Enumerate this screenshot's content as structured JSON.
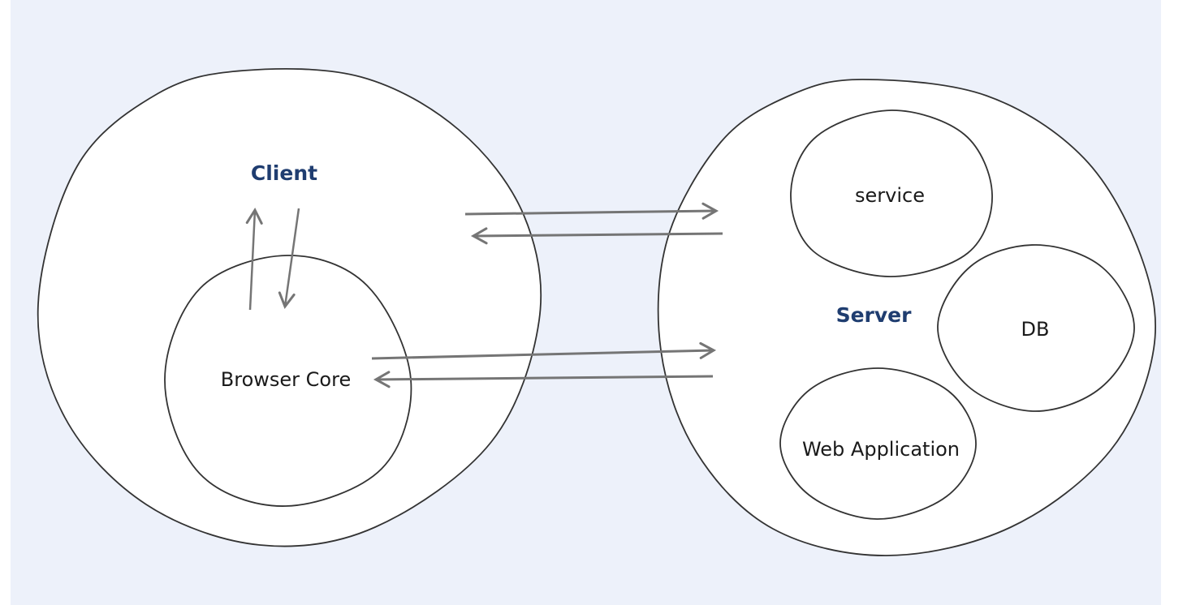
{
  "diagram": {
    "client": {
      "label": "Client",
      "browser_core_label": "Browser Core"
    },
    "server": {
      "label": "Server",
      "service_label": "service",
      "db_label": "DB",
      "web_application_label": "Web Application"
    }
  },
  "colors": {
    "page_margin": "#ffffff",
    "canvas_background": "#edf1fa",
    "shape_fill": "#ffffff",
    "shape_stroke": "#333333",
    "arrow": "#757575",
    "primary_label": "#1f3d70",
    "label": "#1a1a1a"
  }
}
